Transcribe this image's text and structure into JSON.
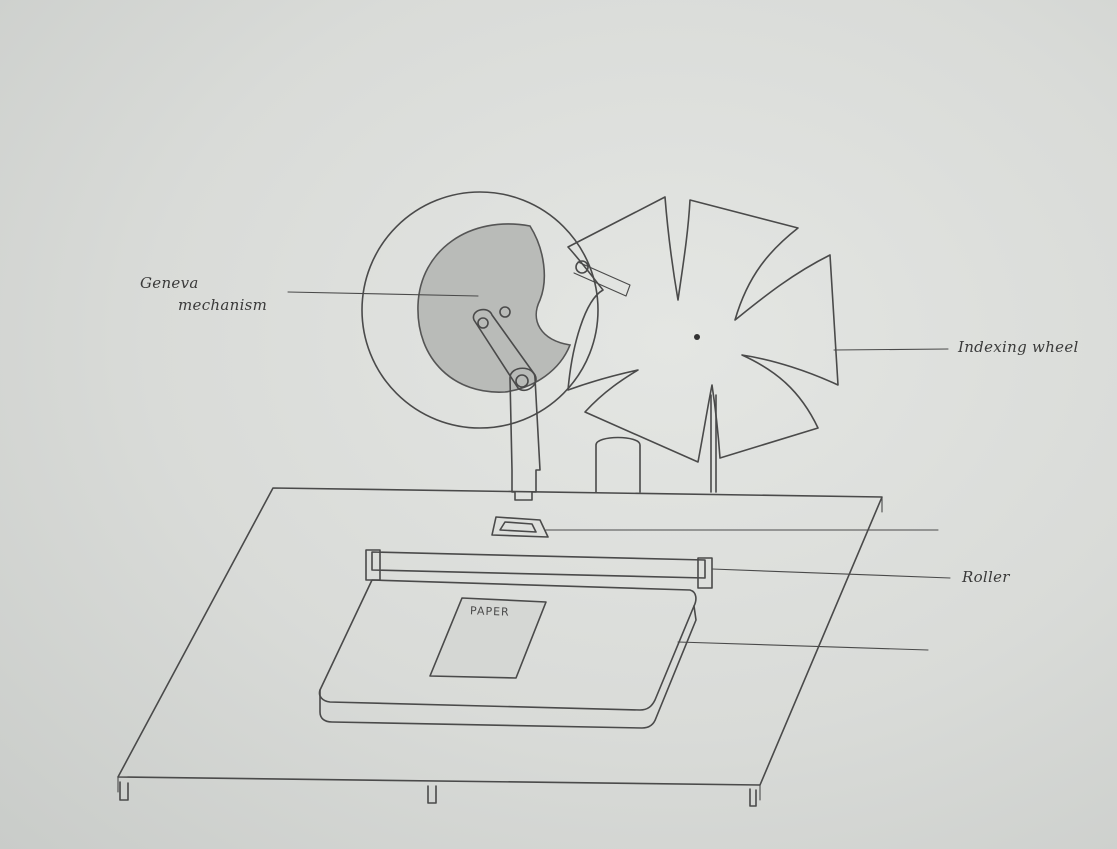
{
  "labels": {
    "geneva_line1": "Geneva",
    "geneva_line2": "mechanism",
    "indexing_wheel": "Indexing wheel",
    "roller": "Roller",
    "paper": "PAPER"
  }
}
